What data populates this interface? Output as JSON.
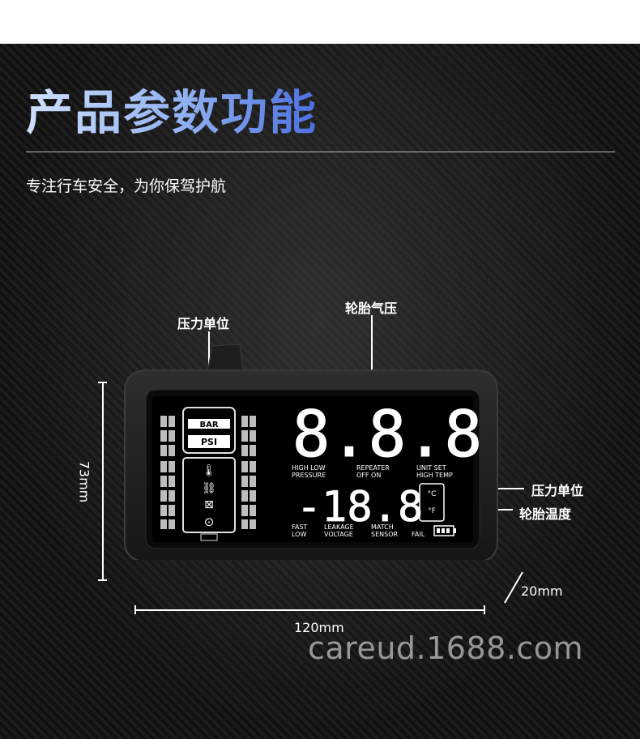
{
  "header": {
    "title": "产品参数功能",
    "subtitle": "专注行车安全，为你保驾护航"
  },
  "callouts": {
    "pressure_unit_top": "压力单位",
    "tire_pressure": "轮胎气压",
    "pressure_unit_right": "压力单位",
    "tire_temp": "轮胎温度"
  },
  "dimensions": {
    "height": "73mm",
    "width": "120mm",
    "depth": "20mm"
  },
  "display": {
    "unit_bar": "BAR",
    "unit_psi": "PSI",
    "big_digits": "8.8.8",
    "small_digits": "-18.8",
    "label_high_low_1": "HIGH LOW",
    "label_high_low_2": "PRESSURE",
    "label_repeater_1": "REPEATER",
    "label_repeater_2": "OFF    ON",
    "label_unit_1": "UNIT  SET",
    "label_unit_2": "HIGH TEMP",
    "label_celsius": "°C",
    "label_fahrenheit": "°F",
    "label_fast_1": "FAST",
    "label_fast_2": "LOW",
    "label_leak_1": "LEAKAGE",
    "label_leak_2": "VOLTAGE",
    "label_match_1": "MATCH",
    "label_match_2": "SENSOR",
    "label_fail": "FAIL"
  },
  "buttons": [
    {
      "icon": "wifi-icon",
      "glyph": "⌔"
    },
    {
      "icon": "settings-icon",
      "glyph": "⚙"
    },
    {
      "icon": "minus-icon",
      "glyph": "−"
    },
    {
      "icon": "plus-icon",
      "glyph": "+"
    },
    {
      "icon": "return-icon",
      "glyph": "↲"
    }
  ],
  "watermark": "careud.1688.com",
  "colors": {
    "title_gradient_start": "#cfe0ff",
    "title_gradient_end": "#4b6fe0",
    "button_green": "#4f7a6a",
    "lcd_white": "#ffffff"
  }
}
